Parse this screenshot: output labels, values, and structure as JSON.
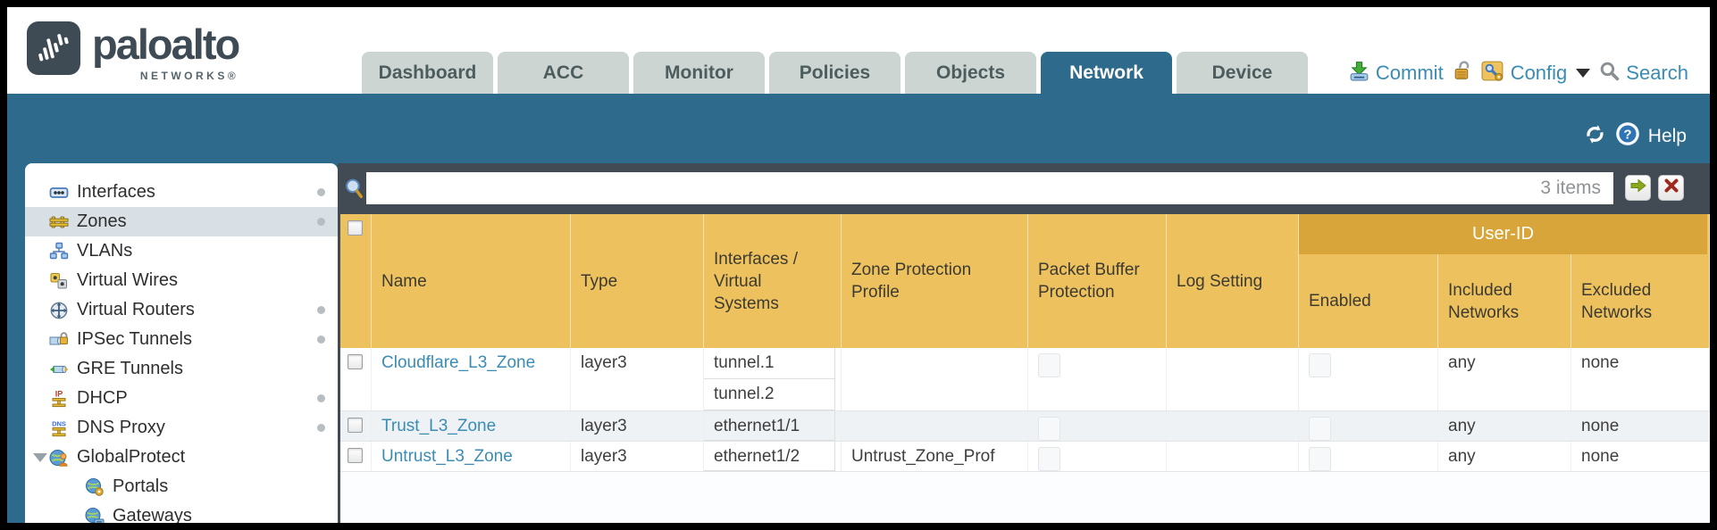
{
  "header": {
    "brand": "paloalto",
    "brand_sub": "NETWORKS®",
    "tabs": [
      {
        "label": "Dashboard"
      },
      {
        "label": "ACC"
      },
      {
        "label": "Monitor"
      },
      {
        "label": "Policies"
      },
      {
        "label": "Objects"
      },
      {
        "label": "Network",
        "active": true
      },
      {
        "label": "Device"
      }
    ],
    "utilities": {
      "commit": "Commit",
      "config": "Config",
      "search": "Search"
    }
  },
  "band": {
    "help": "Help"
  },
  "sidebar": {
    "items": [
      {
        "label": "Interfaces",
        "icon": "interfaces-icon",
        "dot": true
      },
      {
        "label": "Zones",
        "icon": "zones-icon",
        "selected": true,
        "dot": true
      },
      {
        "label": "VLANs",
        "icon": "vlans-icon"
      },
      {
        "label": "Virtual Wires",
        "icon": "virtual-wires-icon"
      },
      {
        "label": "Virtual Routers",
        "icon": "virtual-routers-icon",
        "dot": true
      },
      {
        "label": "IPSec Tunnels",
        "icon": "ipsec-tunnels-icon",
        "dot": true
      },
      {
        "label": "GRE Tunnels",
        "icon": "gre-tunnels-icon"
      },
      {
        "label": "DHCP",
        "icon": "dhcp-icon",
        "dot": true
      },
      {
        "label": "DNS Proxy",
        "icon": "dns-proxy-icon",
        "dot": true
      },
      {
        "label": "GlobalProtect",
        "icon": "globalprotect-icon",
        "caret": true
      },
      {
        "label": "Portals",
        "icon": "portals-icon",
        "indent": true
      },
      {
        "label": "Gateways",
        "icon": "gateways-icon",
        "indent": true
      }
    ]
  },
  "filter": {
    "query": "",
    "count_text": "3 items"
  },
  "table": {
    "group_header": "User-ID",
    "columns": [
      "",
      "Name",
      "Type",
      "Interfaces / Virtual Systems",
      "Zone Protection Profile",
      "Packet Buffer Protection",
      "Log Setting",
      "Enabled",
      "Included Networks",
      "Excluded Networks"
    ],
    "rows": [
      {
        "name": "Cloudflare_L3_Zone",
        "type": "layer3",
        "interfaces": [
          "tunnel.1",
          "tunnel.2"
        ],
        "zone_protection_profile": "",
        "log_setting": "",
        "included_networks": "any",
        "excluded_networks": "none"
      },
      {
        "name": "Trust_L3_Zone",
        "type": "layer3",
        "interfaces": [
          "ethernet1/1"
        ],
        "zone_protection_profile": "",
        "log_setting": "",
        "included_networks": "any",
        "excluded_networks": "none"
      },
      {
        "name": "Untrust_L3_Zone",
        "type": "layer3",
        "interfaces": [
          "ethernet1/2"
        ],
        "zone_protection_profile": "Untrust_Zone_Prof",
        "log_setting": "",
        "included_networks": "any",
        "excluded_networks": "none"
      }
    ]
  },
  "colors": {
    "teal_band": "#2e6a8c",
    "content_dark": "#424b54",
    "header_orange": "#edc25e",
    "header_orange_dark": "#d8a53b",
    "link_blue": "#3a8cb4",
    "tab_inactive": "#ccd5d2",
    "selected_nav": "#d8e0e6"
  }
}
